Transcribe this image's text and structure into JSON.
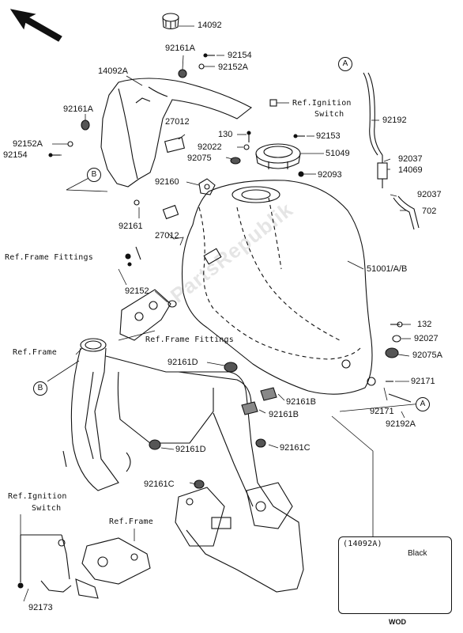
{
  "part_numbers": {
    "p14092": "14092",
    "p92161A_top": "92161A",
    "p92154_top": "92154",
    "p92152A_top": "92152A",
    "p14092A": "14092A",
    "p92161A_left": "92161A",
    "p92152A_left": "92152A",
    "p92154_left": "92154",
    "p27012_top": "27012",
    "p130": "130",
    "p92022": "92022",
    "p92075": "92075",
    "p92153": "92153",
    "p51049": "51049",
    "p92093": "92093",
    "p92192": "92192",
    "p92037_top": "92037",
    "p14069": "14069",
    "p92037_mid": "92037",
    "p702": "702",
    "p92160": "92160",
    "p92161": "92161",
    "p27012_mid": "27012",
    "p51001": "51001/A/B",
    "p92152": "92152",
    "p132": "132",
    "p92027": "92027",
    "p92075A": "92075A",
    "p92171_right": "92171",
    "p92171_left": "92171",
    "p92192A": "92192A",
    "p92161D_top": "92161D",
    "p92161B_a": "92161B",
    "p92161B_b": "92161B",
    "p92161C_right": "92161C",
    "p92161D_mid": "92161D",
    "p92161C_low": "92161C",
    "p92173": "92173"
  },
  "references": {
    "ignition_top_line1": "Ref.Ignition",
    "ignition_top_line2": "Switch",
    "frame_fittings_left": "Ref.Frame Fittings",
    "frame_fittings_mid": "Ref.Frame Fittings",
    "frame_left": "Ref.Frame",
    "frame_low": "Ref.Frame",
    "ignition_low_line1": "Ref.Ignition",
    "ignition_low_line2": "Switch"
  },
  "callouts": {
    "A_top": "A",
    "A_right": "A",
    "B_left": "B",
    "B_low": "B"
  },
  "inset": {
    "title": "(14092A)",
    "part_label": "Black",
    "footer": "WOD"
  },
  "watermark": "PartsRepublik"
}
